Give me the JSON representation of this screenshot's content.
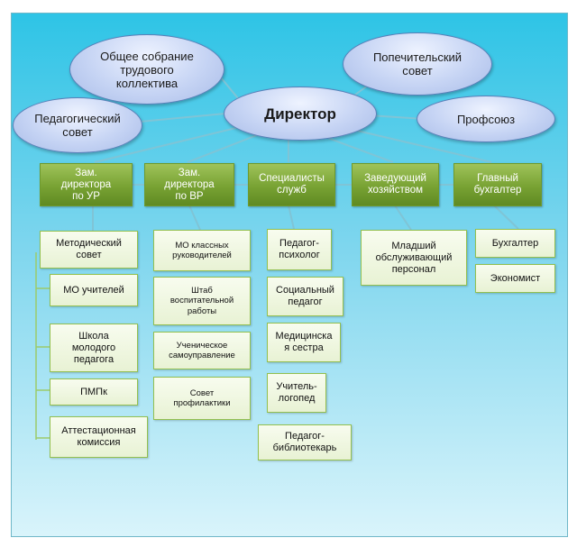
{
  "ellipses": {
    "assembly": "Общее собрание\nтрудового\nколлектива",
    "trustees": "Попечительский\nсовет",
    "ped_council": "Педагогический\nсовет",
    "director": "Директор",
    "union": "Профсоюз"
  },
  "heads": {
    "deputy_ur": "Зам.\nдиректора\nпо УР",
    "deputy_vr": "Зам.\nдиректора\nпо ВР",
    "specialists": "Специалисты\nслужб",
    "manager": "Заведующий\nхозяйством",
    "accountant": "Главный\nбухгалтер"
  },
  "ur_items": [
    "Методический\nсовет",
    "МО учителей",
    "Школа\nмолодого\nпедагога",
    "ПМПк",
    "Аттестационная\nкомиссия"
  ],
  "vr_items": [
    "МО классных\nруководителей",
    "Штаб\nвоспитательной\nработы",
    "Ученическое\nсамоуправление",
    "Совет\nпрофилактики"
  ],
  "spec_items": [
    "Педагог-\nпсихолог",
    "Социальный\nпедагог",
    "Медицинска\nя сестра",
    "Учитель-\nлогопед",
    "Педагог-\nбиблиотекарь"
  ],
  "manager_items": [
    "Младший\nобслуживающий\nперсонал"
  ],
  "acc_items": [
    "Бухгалтер",
    "Экономист"
  ]
}
